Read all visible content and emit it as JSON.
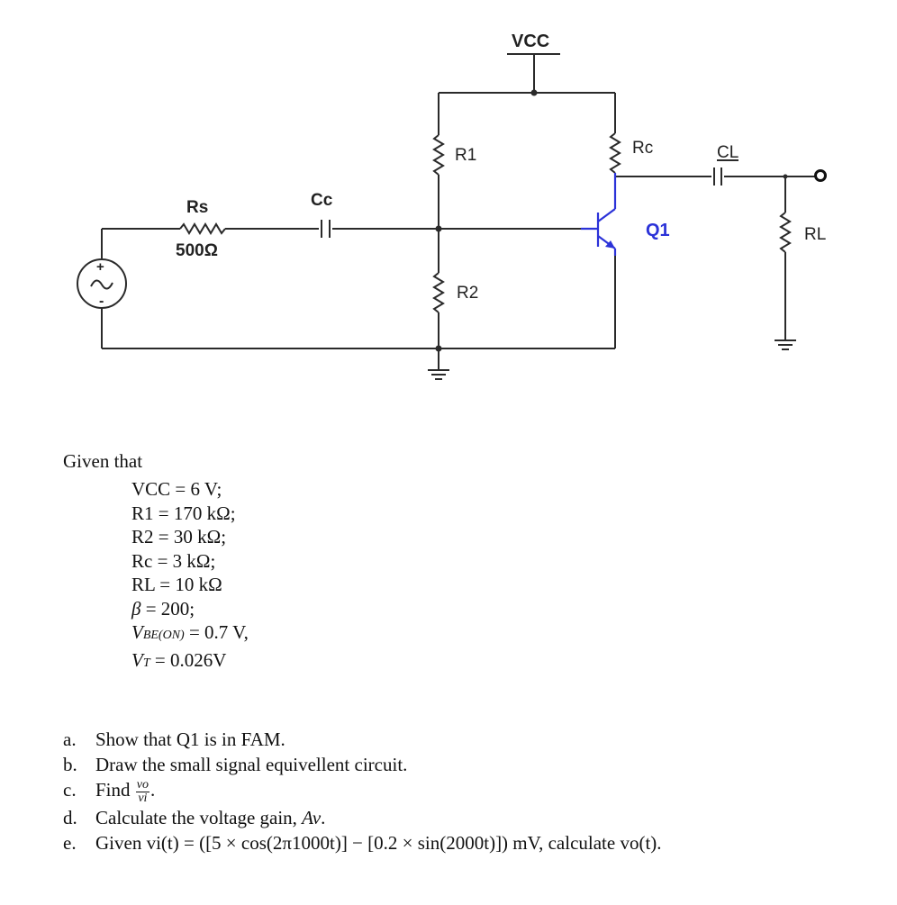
{
  "circuit": {
    "vcc_label": "VCC",
    "r1_label": "R1",
    "r2_label": "R2",
    "rc_label": "Rc",
    "rs_label": "Rs",
    "rs_value": "500Ω",
    "cc_label": "Cc",
    "cl_label": "CL",
    "q1_label": "Q1",
    "rl_label": "RL",
    "source_plus": "+",
    "source_minus": "-",
    "transistor_color": "#2b32d8"
  },
  "given": {
    "title": "Given that",
    "vcc": "VCC = 6 V;",
    "r1": "R1 = 170 kΩ;",
    "r2": "R2 = 30 kΩ;",
    "rc": "Rc = 3 kΩ;",
    "rl": "RL = 10 kΩ",
    "beta_sym": "β",
    "beta_val": " = 200;",
    "vbe_sym": "V",
    "vbe_sub": "BE(ON)",
    "vbe_val": " = 0.7 V,",
    "vt_sym": "V",
    "vt_sub": "T",
    "vt_val": " = 0.026V"
  },
  "questions": {
    "a_letter": "a.",
    "a_text": "Show that Q1 is in FAM.",
    "b_letter": "b.",
    "b_text": "Draw the small signal equivellent circuit.",
    "c_letter": "c.",
    "c_text": "Find",
    "c_num": "vo",
    "c_den": "vi",
    "c_end": ".",
    "d_letter": "d.",
    "d_text": "Calculate the voltage gain, ",
    "d_sym": "Av",
    "d_end": ".",
    "e_letter": "e.",
    "e_text": "Given vi(t) = ([5 × cos(2π1000t)] − [0.2 × sin(2000t)]) mV, calculate vo(t)."
  }
}
